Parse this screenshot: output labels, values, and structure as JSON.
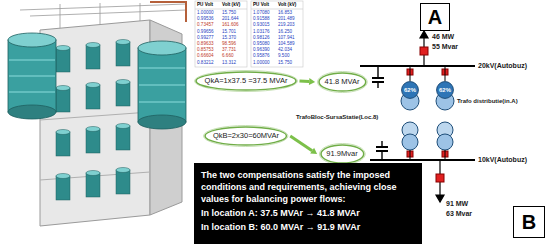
{
  "diagram": {
    "nodes": [
      {
        "text": [
          "A"
        ]
      },
      {
        "text": [
          "QkA=1x37.5 =37.5 MVAr"
        ]
      },
      {
        "text": [
          "41.8 MVAr"
        ]
      },
      {
        "text": [
          "62%"
        ]
      },
      {
        "text": [
          "62%"
        ]
      },
      {
        "text": [
          "QkB=2x30=60MVAr"
        ]
      },
      {
        "text": [
          "91.9Mvar"
        ]
      },
      {
        "text": [
          "The two compensations satisfy the imposed conditions and requirements, achieving close values for balancing power flows:",
          "In location A: 37.5 MVAr → 41.8 MVAr",
          "In location B: 60.0 MVAr → 91.9 MVAr"
        ]
      },
      {
        "text": [
          "B"
        ]
      }
    ],
    "edges": [
      {
        "from": 1,
        "to": 2,
        "arrow": "to"
      },
      {
        "from": 5,
        "to": 6,
        "arrow": "to"
      }
    ],
    "labels": [
      "PU Volt",
      "Volt (kV)",
      "1.00000",
      "15.750",
      "0.99536",
      "201.644",
      "0.73457",
      "161.606",
      "0.99656",
      "15.701",
      "0.99277",
      "15.370",
      "0.89633",
      "98.596",
      "0.85753",
      "37.731",
      "0.66604",
      "6.660",
      "0.83212",
      "13.312",
      "PU Volt",
      "Volt (kV)",
      "1.07080",
      "16.853",
      "0.91588",
      "201.489",
      "0.93015",
      "219.203",
      "1.03176",
      "16.250",
      "0.98126",
      "107.941",
      "0.95080",
      "104.589",
      "0.96390",
      "42.034",
      "0.95876",
      "9.500",
      "1.00000",
      "15.750",
      "46 MW",
      "55 Mvar",
      "20kV(Autobuz)",
      "Trafo distributie(in.A)",
      "TrafoBloc-SursaStatie(Loc.8)",
      "10kV(Autobuz)",
      "91 MW",
      "63 Mvar"
    ]
  }
}
